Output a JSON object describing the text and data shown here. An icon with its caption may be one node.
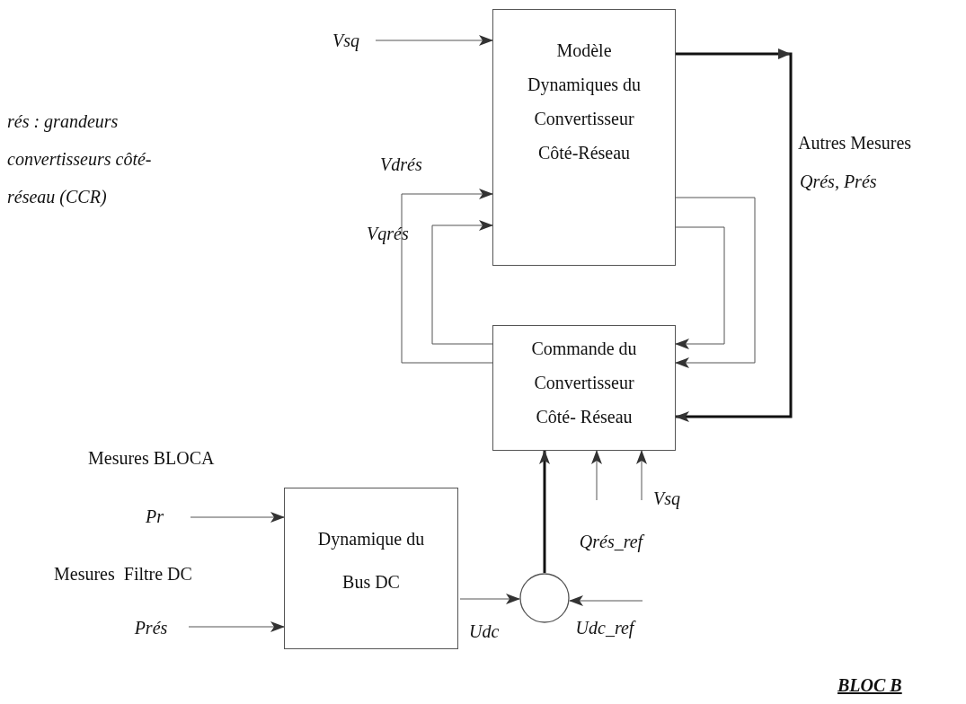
{
  "diagram": {
    "nodes": [
      {
        "text": [
          "Vsq"
        ]
      },
      {
        "text": [
          "Modèle Dynamiques du Convertisseur Côté-Réseau"
        ]
      },
      {
        "text": [
          "Commande du Convertisseur Côté- Réseau"
        ]
      },
      {
        "text": [
          "Pr"
        ]
      },
      {
        "text": [
          "Prés"
        ]
      },
      {
        "text": [
          "Dynamique du Bus DC"
        ]
      },
      {
        "text": [],
        "shape": "circle"
      },
      {
        "text": [
          "Udc_ref"
        ]
      },
      {
        "text": [
          "Qrés_ref"
        ]
      },
      {
        "text": [
          "Vsq"
        ]
      }
    ],
    "edges": [
      {
        "from": 0,
        "to": 1,
        "arrow": "to"
      },
      {
        "from": 2,
        "to": 1,
        "arrow": "to",
        "label": "Vdrés"
      },
      {
        "from": 2,
        "to": 1,
        "arrow": "to",
        "label": "Vqrés"
      },
      {
        "from": 1,
        "to": 2,
        "arrow": "to"
      },
      {
        "from": 1,
        "to": 2,
        "arrow": "to"
      },
      {
        "from": 1,
        "to": 2,
        "arrow": "to",
        "style": "thick"
      },
      {
        "from": 3,
        "to": 5,
        "arrow": "to"
      },
      {
        "from": 4,
        "to": 5,
        "arrow": "to"
      },
      {
        "from": 5,
        "to": 6,
        "arrow": "to",
        "label": "Udc"
      },
      {
        "from": 7,
        "to": 6,
        "arrow": "to"
      },
      {
        "from": 6,
        "to": 2,
        "arrow": "to",
        "style": "thick"
      },
      {
        "from": 8,
        "to": 2,
        "arrow": "to"
      },
      {
        "from": 9,
        "to": 2,
        "arrow": "to"
      }
    ],
    "labels": [
      "rés : grandeurs convertisseurs côté-réseau (CCR)",
      "Autres Mesures",
      "Qrés, Prés",
      "Mesures BLOCA",
      "Mesures  Filtre DC",
      "BLOC B"
    ]
  }
}
